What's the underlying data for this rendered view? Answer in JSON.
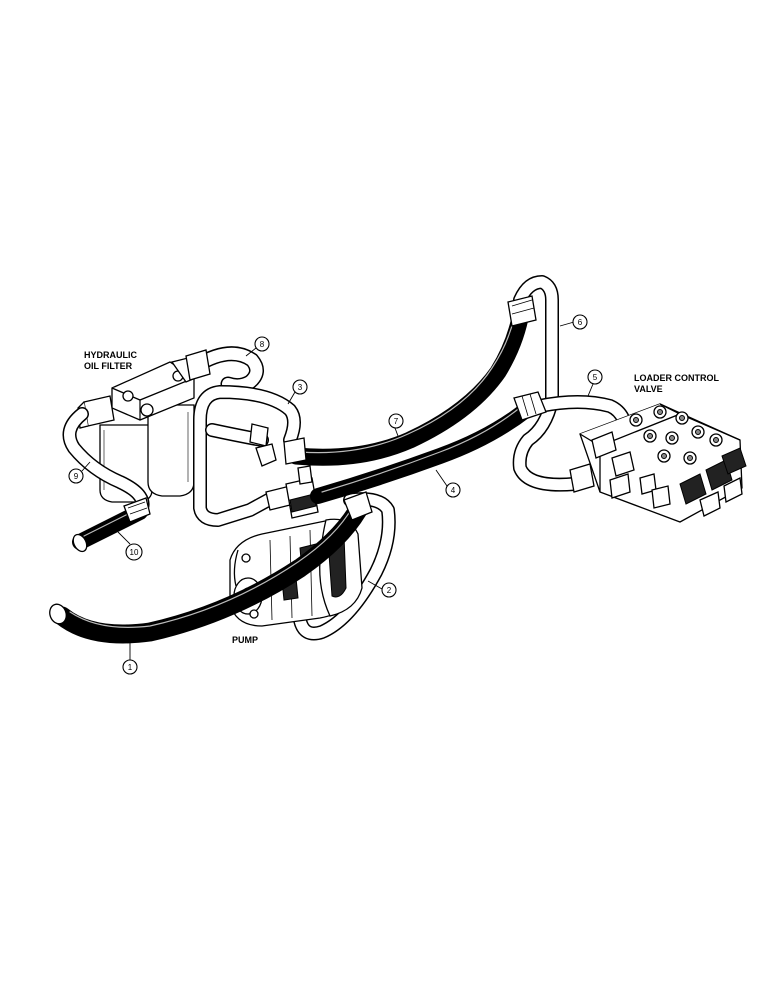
{
  "labels": {
    "filter_line1": "HYDRAULIC",
    "filter_line2": "OIL FILTER",
    "valve_line1": "LOADER CONTROL",
    "valve_line2": "VALVE",
    "pump": "PUMP"
  },
  "callouts": [
    "1",
    "2",
    "3",
    "4",
    "5",
    "6",
    "7",
    "8",
    "9",
    "10"
  ]
}
